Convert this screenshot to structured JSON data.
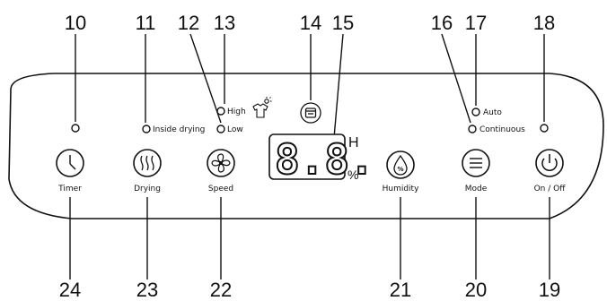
{
  "callouts_top": [
    "10",
    "11",
    "12",
    "13",
    "14",
    "15",
    "16",
    "17",
    "18"
  ],
  "callouts_bottom": [
    "24",
    "23",
    "22",
    "21",
    "20",
    "19"
  ],
  "indicators": {
    "inside_drying": "Inside drying",
    "high": "High",
    "low": "Low",
    "auto": "Auto",
    "continuous": "Continuous"
  },
  "display": {
    "digits": "8.8.",
    "unit_h": "H",
    "unit_percent": "%"
  },
  "buttons": {
    "timer": "Timer",
    "drying": "Drying",
    "speed": "Speed",
    "humidity": "Humidity",
    "mode": "Mode",
    "power": "On / Off"
  },
  "icons": {
    "timer": "clock-icon",
    "drying": "heat-waves-icon",
    "speed": "fan-icon",
    "humidity": "droplet-percent-icon",
    "mode": "menu-lines-icon",
    "power": "power-icon",
    "tank": "water-tank-icon",
    "high": "shirt-sun-icon"
  }
}
